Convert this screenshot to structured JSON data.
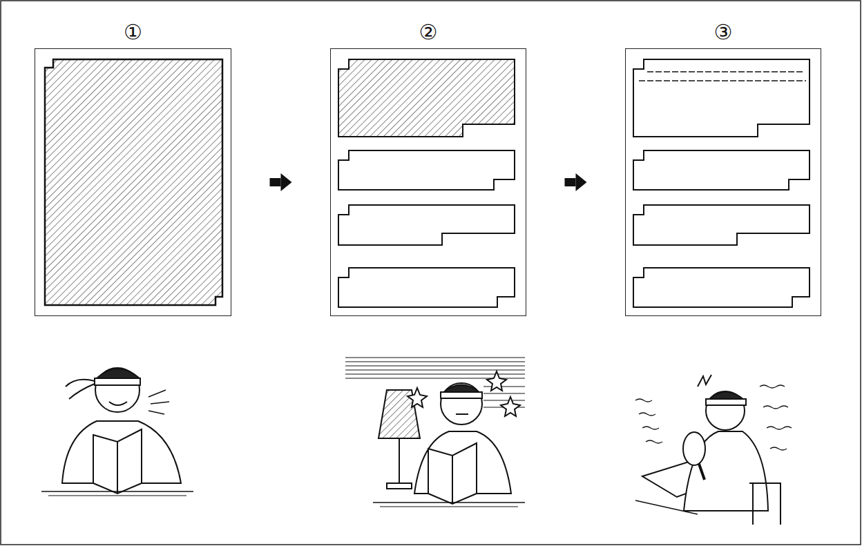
{
  "diagram": {
    "nodes": [
      {
        "text": [
          "①"
        ]
      },
      {
        "text": [
          "②"
        ]
      },
      {
        "text": [
          "③"
        ]
      }
    ],
    "edges": [
      {
        "from": 0,
        "to": 1,
        "arrow": "to"
      },
      {
        "from": 1,
        "to": 2,
        "arrow": "to"
      }
    ]
  }
}
